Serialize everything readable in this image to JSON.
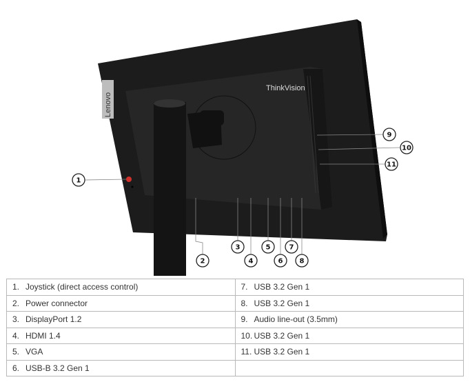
{
  "brand_logo": "Lenovo",
  "product_logo": "ThinkVision",
  "callouts": [
    "1",
    "2",
    "3",
    "4",
    "5",
    "6",
    "7",
    "8",
    "9",
    "10",
    "11"
  ],
  "legend": {
    "left": [
      {
        "num": "1.",
        "label": "Joystick (direct access control)"
      },
      {
        "num": "2.",
        "label": "Power connector"
      },
      {
        "num": "3.",
        "label": "DisplayPort 1.2"
      },
      {
        "num": "4.",
        "label": "HDMI 1.4"
      },
      {
        "num": "5.",
        "label": "VGA"
      },
      {
        "num": "6.",
        "label": "USB-B 3.2 Gen 1"
      }
    ],
    "right": [
      {
        "num": "7.",
        "label": "USB 3.2 Gen 1"
      },
      {
        "num": "8.",
        "label": "USB 3.2 Gen 1"
      },
      {
        "num": "9.",
        "label": "Audio line-out (3.5mm)"
      },
      {
        "num": "10.",
        "label": "USB 3.2 Gen 1"
      },
      {
        "num": "11.",
        "label": "USB 3.2 Gen 1"
      }
    ]
  }
}
